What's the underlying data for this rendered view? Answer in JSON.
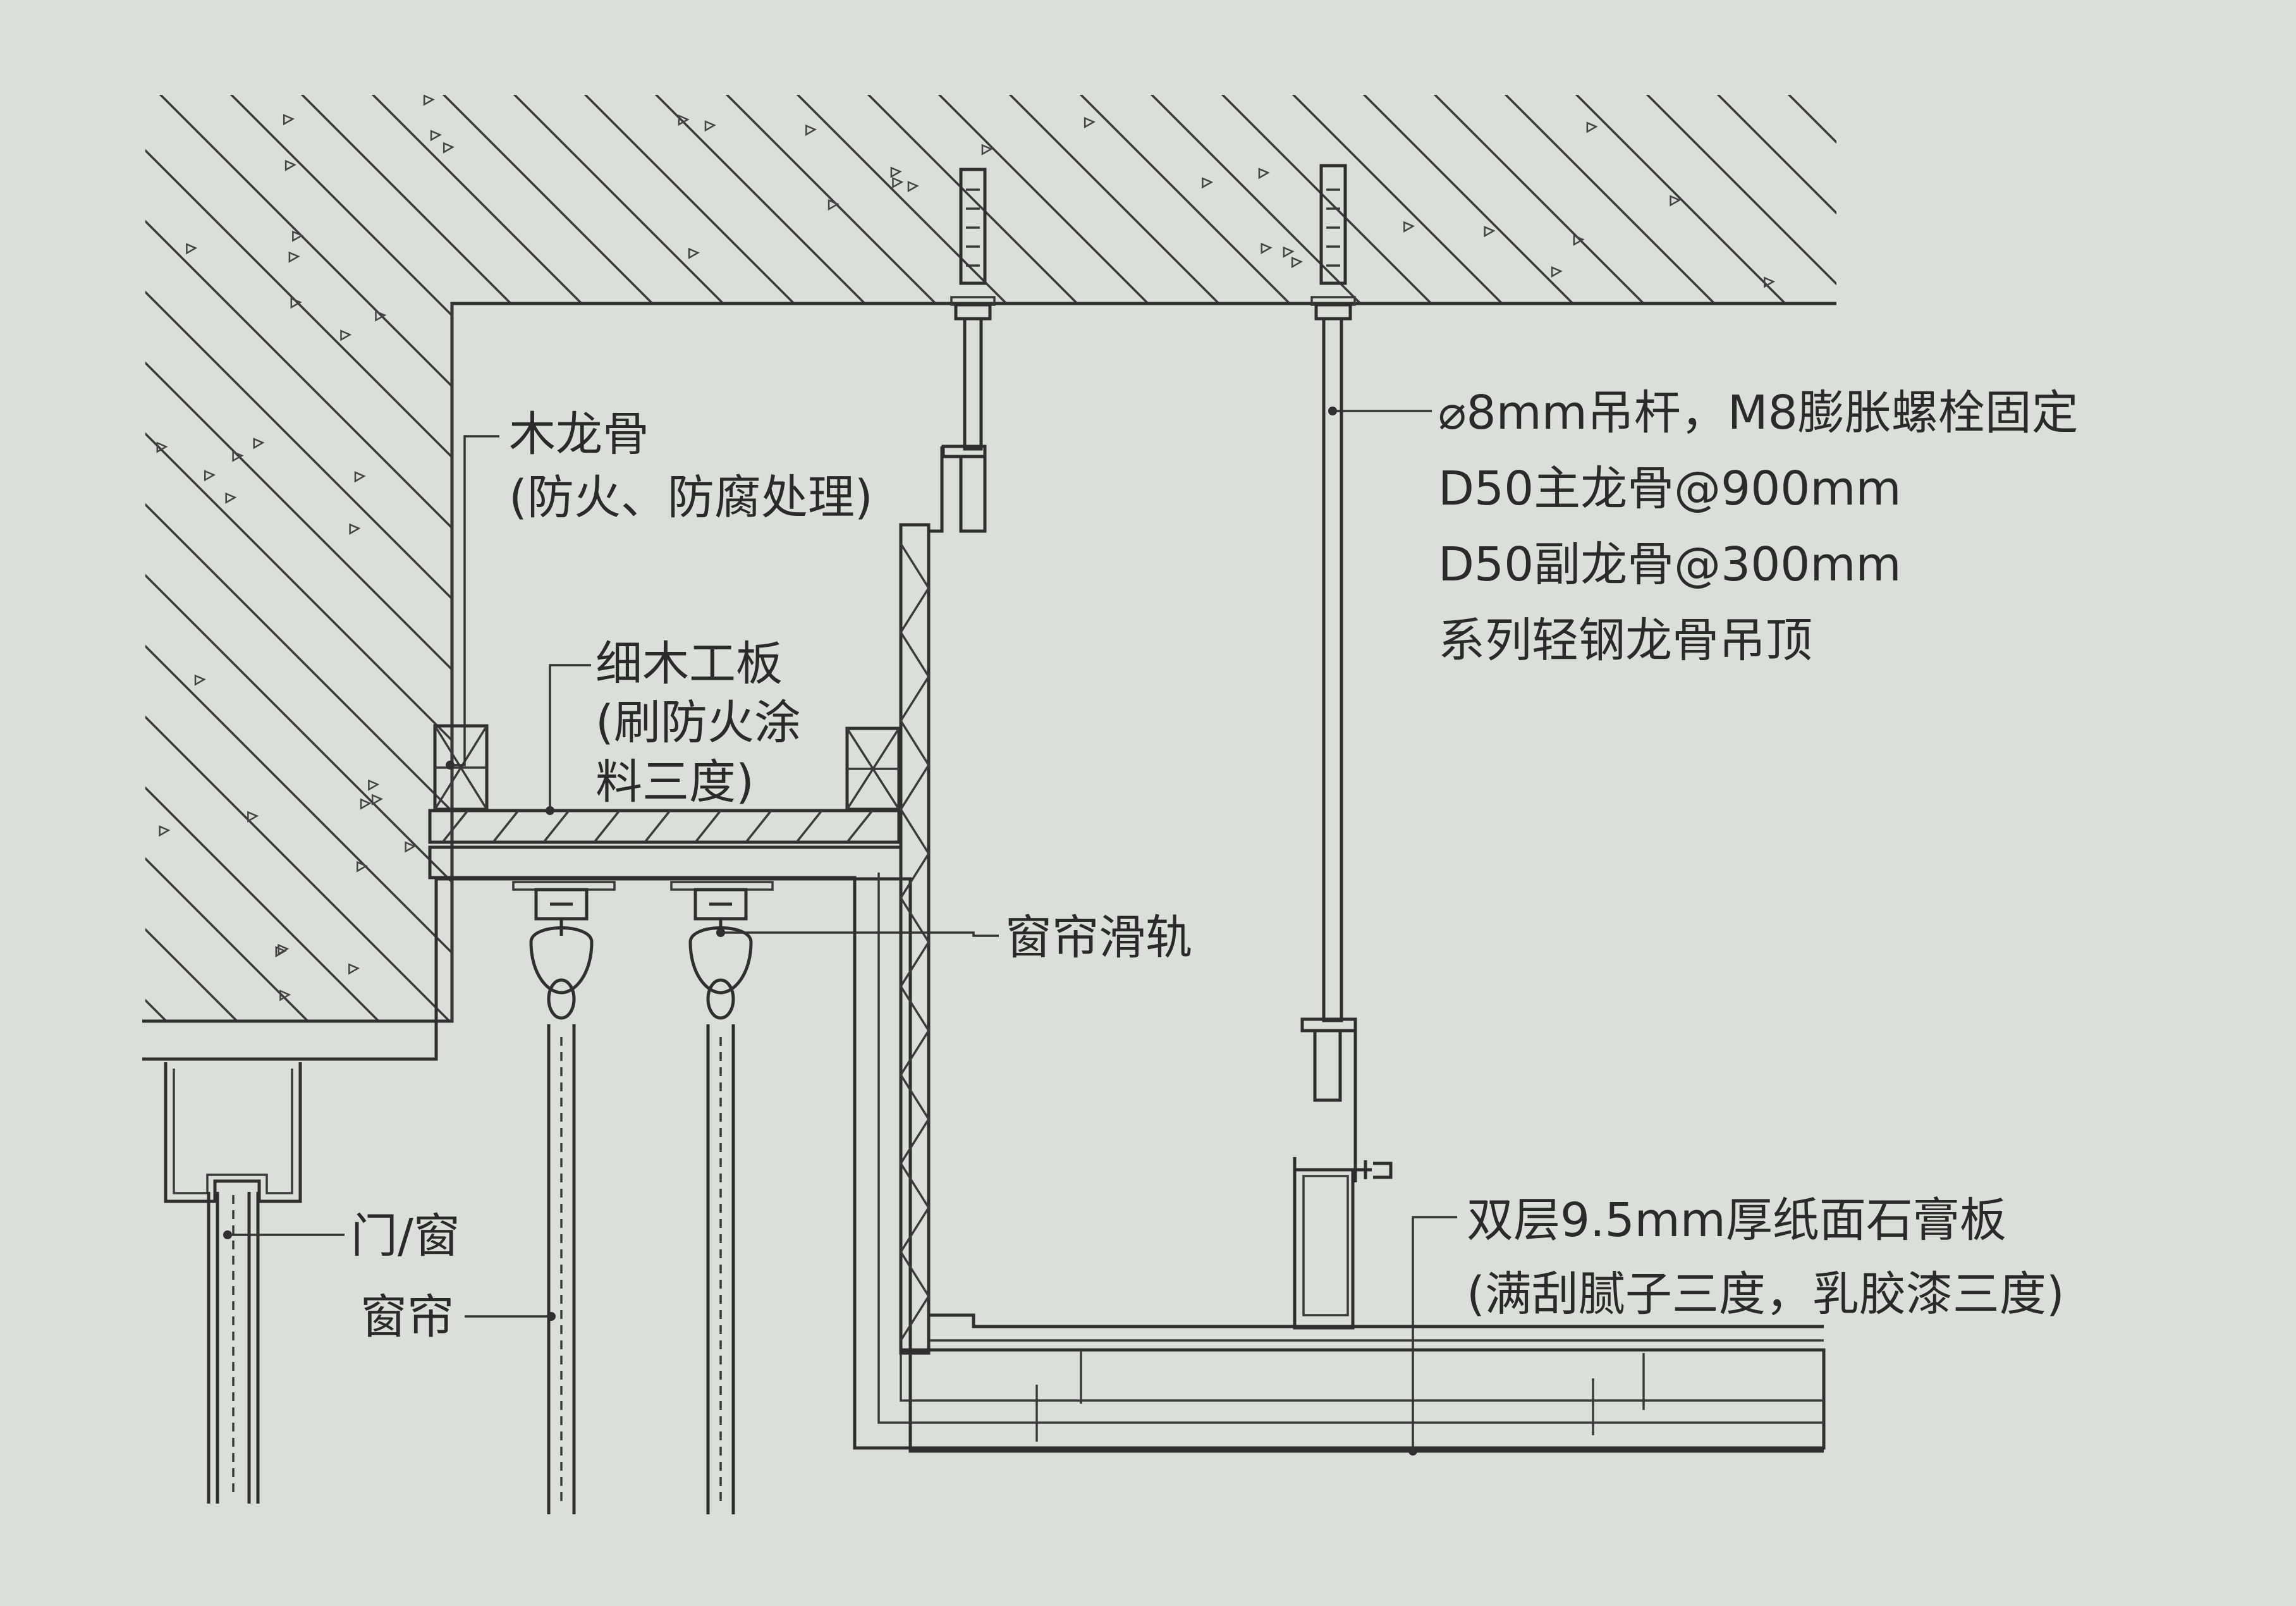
{
  "labels": {
    "wood_keel": "木龙骨",
    "wood_keel_note": "(防火、防腐处理)",
    "blockboard": "细木工板",
    "blockboard_note_1": "(刷防火涂",
    "blockboard_note_2": "料三度)",
    "curtain_track": "窗帘滑轨",
    "door_window": "门/窗",
    "curtain": "窗帘",
    "rod_line1": "⌀8mm吊杆，M8膨胀螺栓固定",
    "rod_line2": "D50主龙骨@900mm",
    "rod_line3": "D50副龙骨@300mm",
    "rod_line4": "系列轻钢龙骨吊顶",
    "gypsum_line1": "双层9.5mm厚纸面石膏板",
    "gypsum_line2": "(满刮腻子三度，乳胶漆三度)"
  },
  "colors": {
    "paper": "#dcdedb",
    "ink": "#2f2f2f",
    "wood_fill": "#d6d3ca",
    "gypsum_fill": "#cfcbc2"
  }
}
